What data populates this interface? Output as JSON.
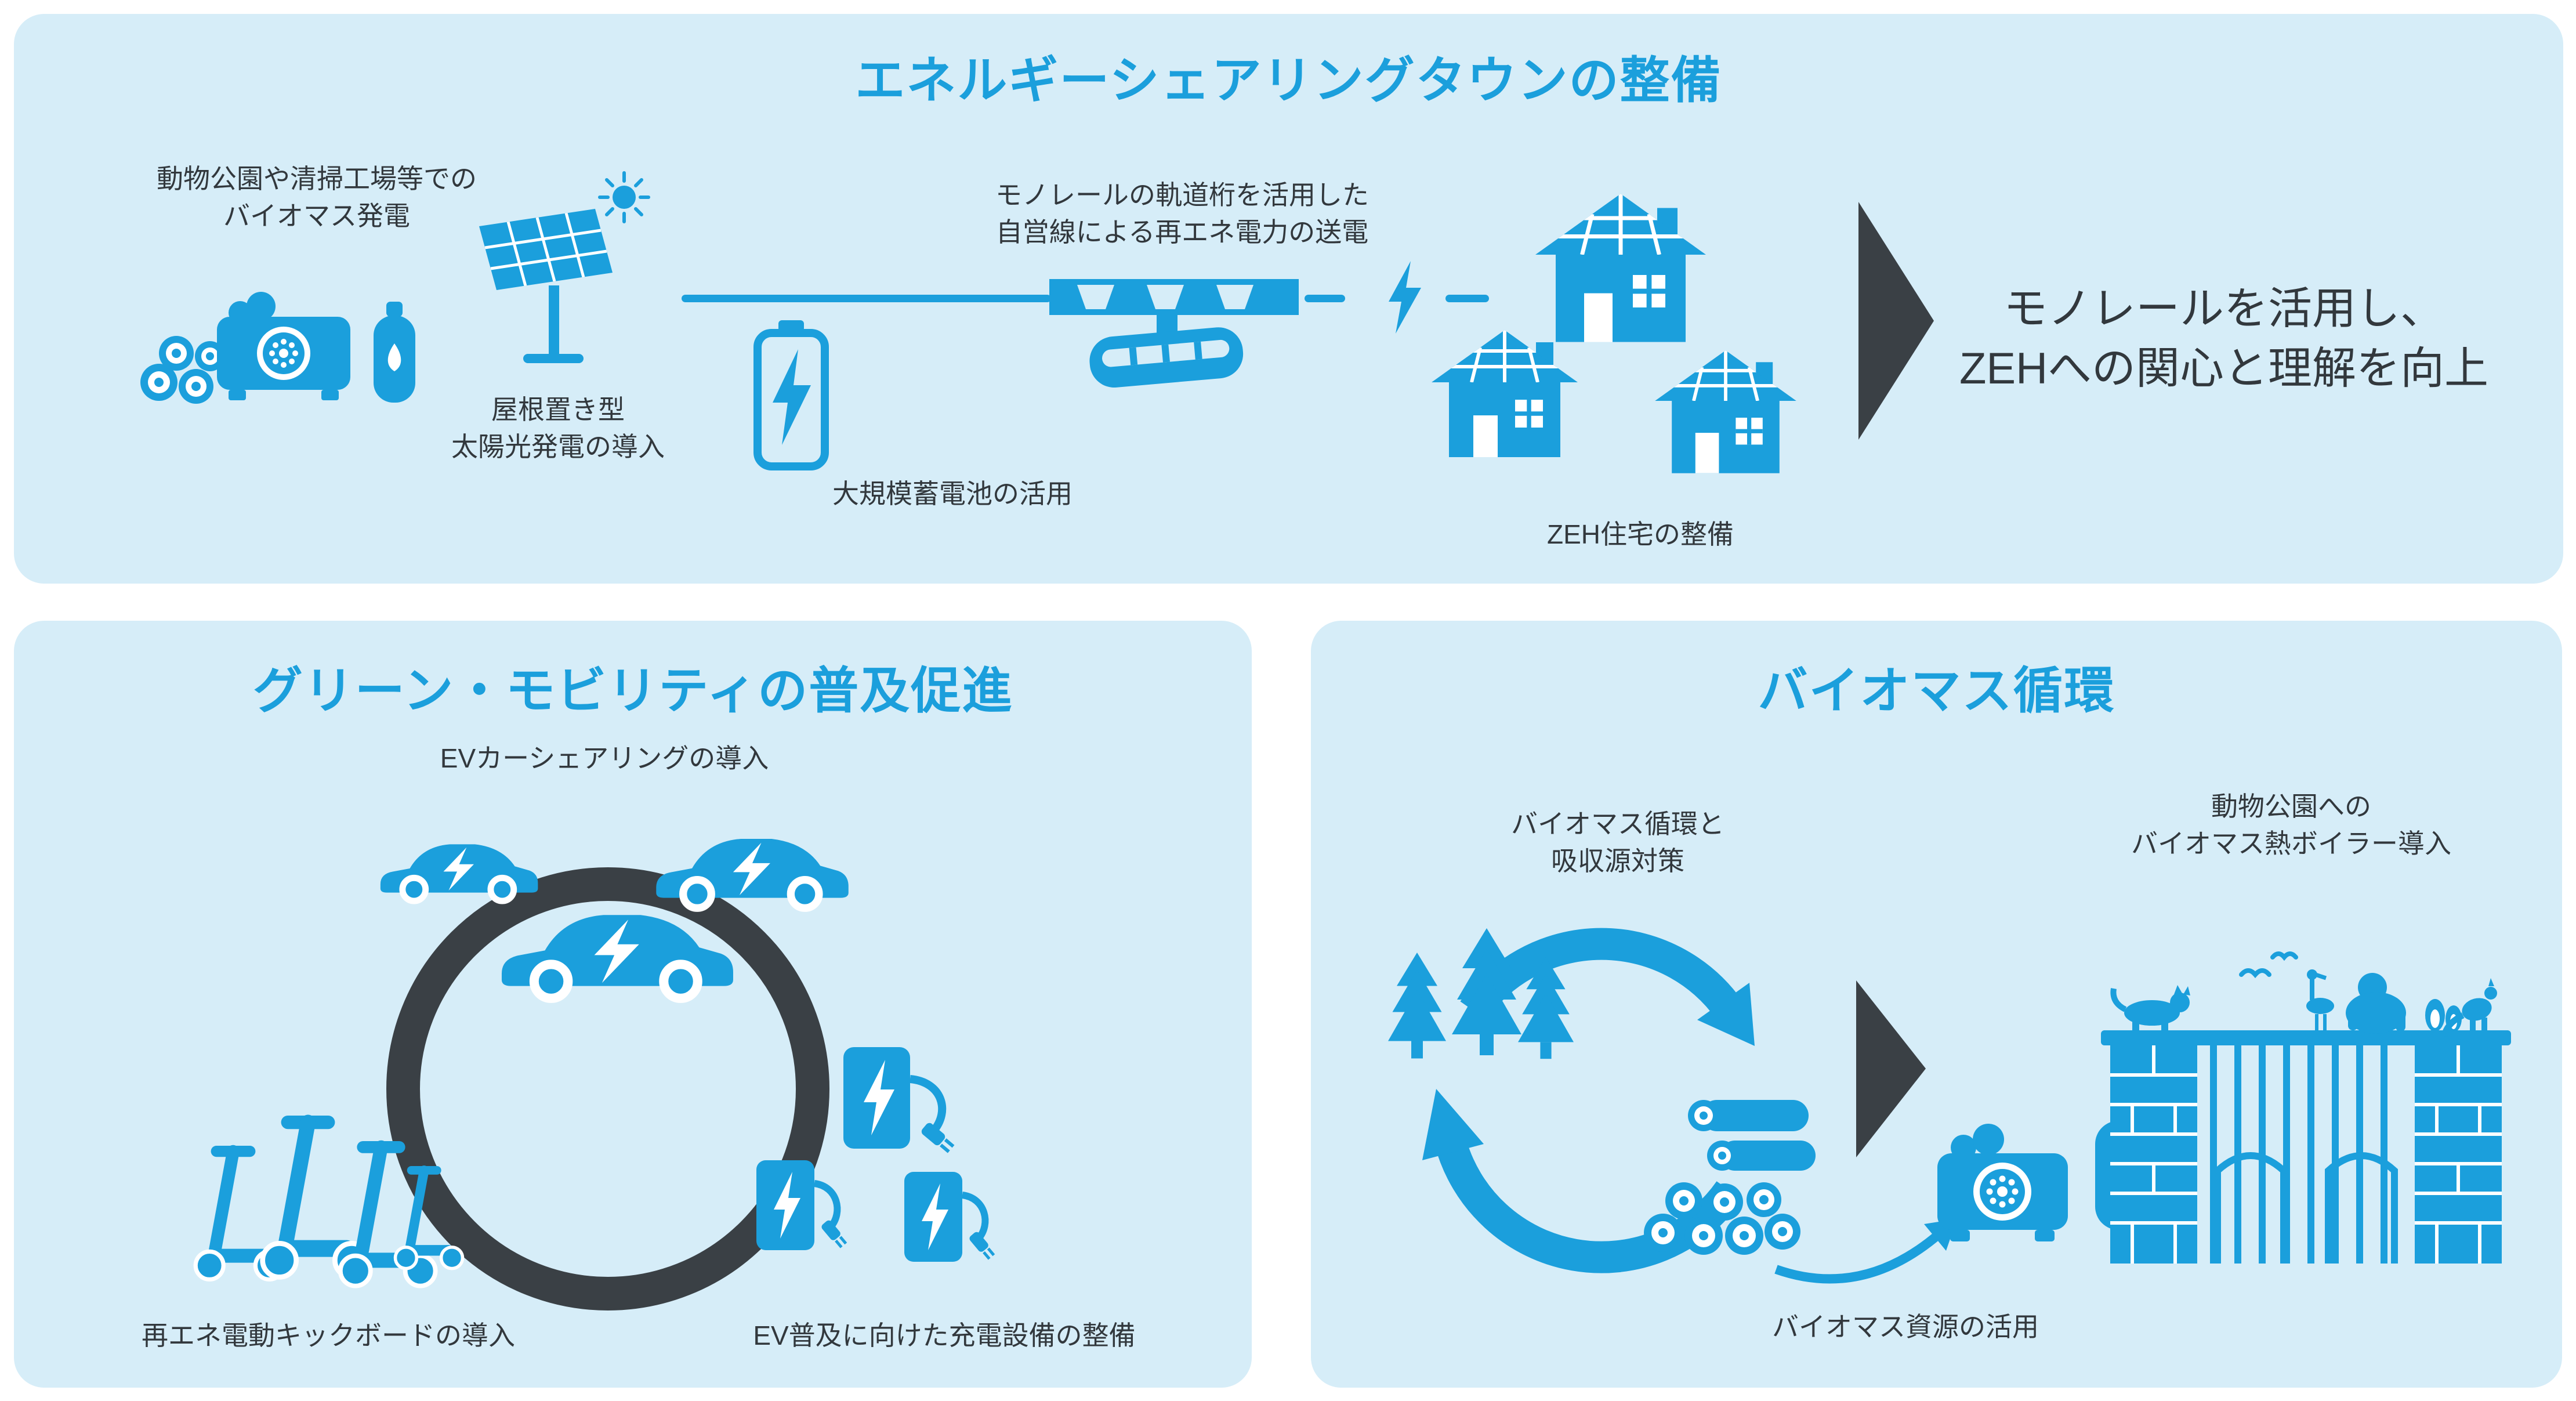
{
  "colors": {
    "accent": "#1b9fdc",
    "panel_bg": "#d6edf8",
    "dark": "#3a4045",
    "text": "#32383d"
  },
  "panels": {
    "energy_town": {
      "title": "エネルギーシェアリングタウンの整備",
      "labels": {
        "biomass": "動物公園や清掃工場等での\nバイオマス発電",
        "solar": "屋根置き型\n太陽光発電の導入",
        "battery": "大規模蓄電池の活用",
        "monorail": "モノレールの軌道桁を活用した\n自営線による再エネ電力の送電",
        "zeh": "ZEH住宅の整備",
        "outcome": "モノレールを活用し、\nZEHへの関心と理解を向上"
      }
    },
    "green_mobility": {
      "title": "グリーン・モビリティの普及促進",
      "labels": {
        "ev_sharing": "EVカーシェアリングの導入",
        "kickboard": "再エネ電動キックボードの導入",
        "charging": "EV普及に向けた充電設備の整備"
      }
    },
    "biomass_cycle": {
      "title": "バイオマス循環",
      "labels": {
        "absorption": "バイオマス循環と\n吸収源対策",
        "boiler": "動物公園への\nバイオマス熱ボイラー導入",
        "resource": "バイオマス資源の活用"
      }
    }
  },
  "icons": {
    "biomass-plant-icon": "generator with log pile and gas cylinder",
    "sun-icon": "sun with rays",
    "solar-panel-icon": "tilted solar panel on pole",
    "battery-icon": "outlined battery with lightning bolt",
    "power-line": "horizontal wire",
    "monorail-icon": "suspended monorail under track girder",
    "lightning-icon": "lightning bolt",
    "zeh-houses-icon": "three houses with solar roofs",
    "flow-arrow-icon": "dark right-pointing triangle",
    "ev-car-icon": "electric car with lightning bolt",
    "mobility-ring": "dark circular ring",
    "kickboard-icon": "electric kick scooters",
    "ev-charger-icon": "EV charging stations with cables",
    "trees-icon": "evergreen trees",
    "cycle-arrows-icon": "circular recycle arrows",
    "logs-icon": "stacked log pile",
    "resource-arrow-icon": "curved arrow",
    "generator-icon": "biomass boiler generator with tank",
    "zoo-gate-icon": "zoo entrance gate with animal silhouettes"
  }
}
